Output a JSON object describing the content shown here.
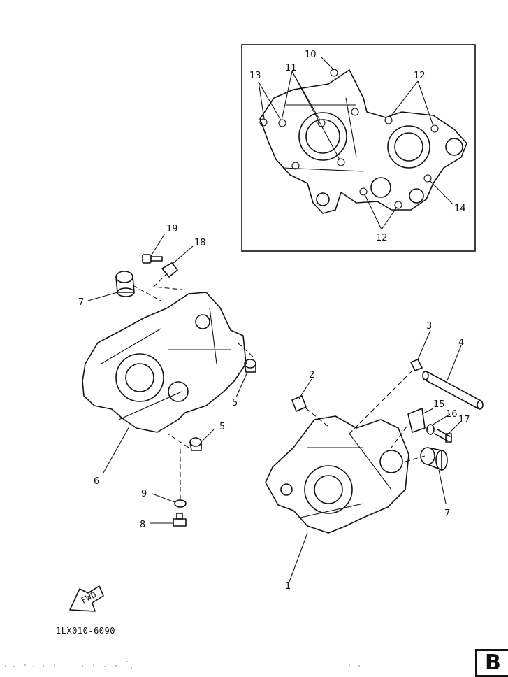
{
  "diagram": {
    "part_code": "1LX010-6090",
    "page_letter": "B",
    "fwd_label": "FWD",
    "callouts": {
      "c1": "1",
      "c2": "2",
      "c3": "3",
      "c4": "4",
      "c5a": "5",
      "c5b": "5",
      "c6": "6",
      "c7a": "7",
      "c7b": "7",
      "c8": "8",
      "c9": "9",
      "c10": "10",
      "c11": "11",
      "c12a": "12",
      "c12b": "12",
      "c13": "13",
      "c14": "14",
      "c15": "15",
      "c16": "16",
      "c17": "17",
      "c18": "18",
      "c19": "19"
    }
  }
}
